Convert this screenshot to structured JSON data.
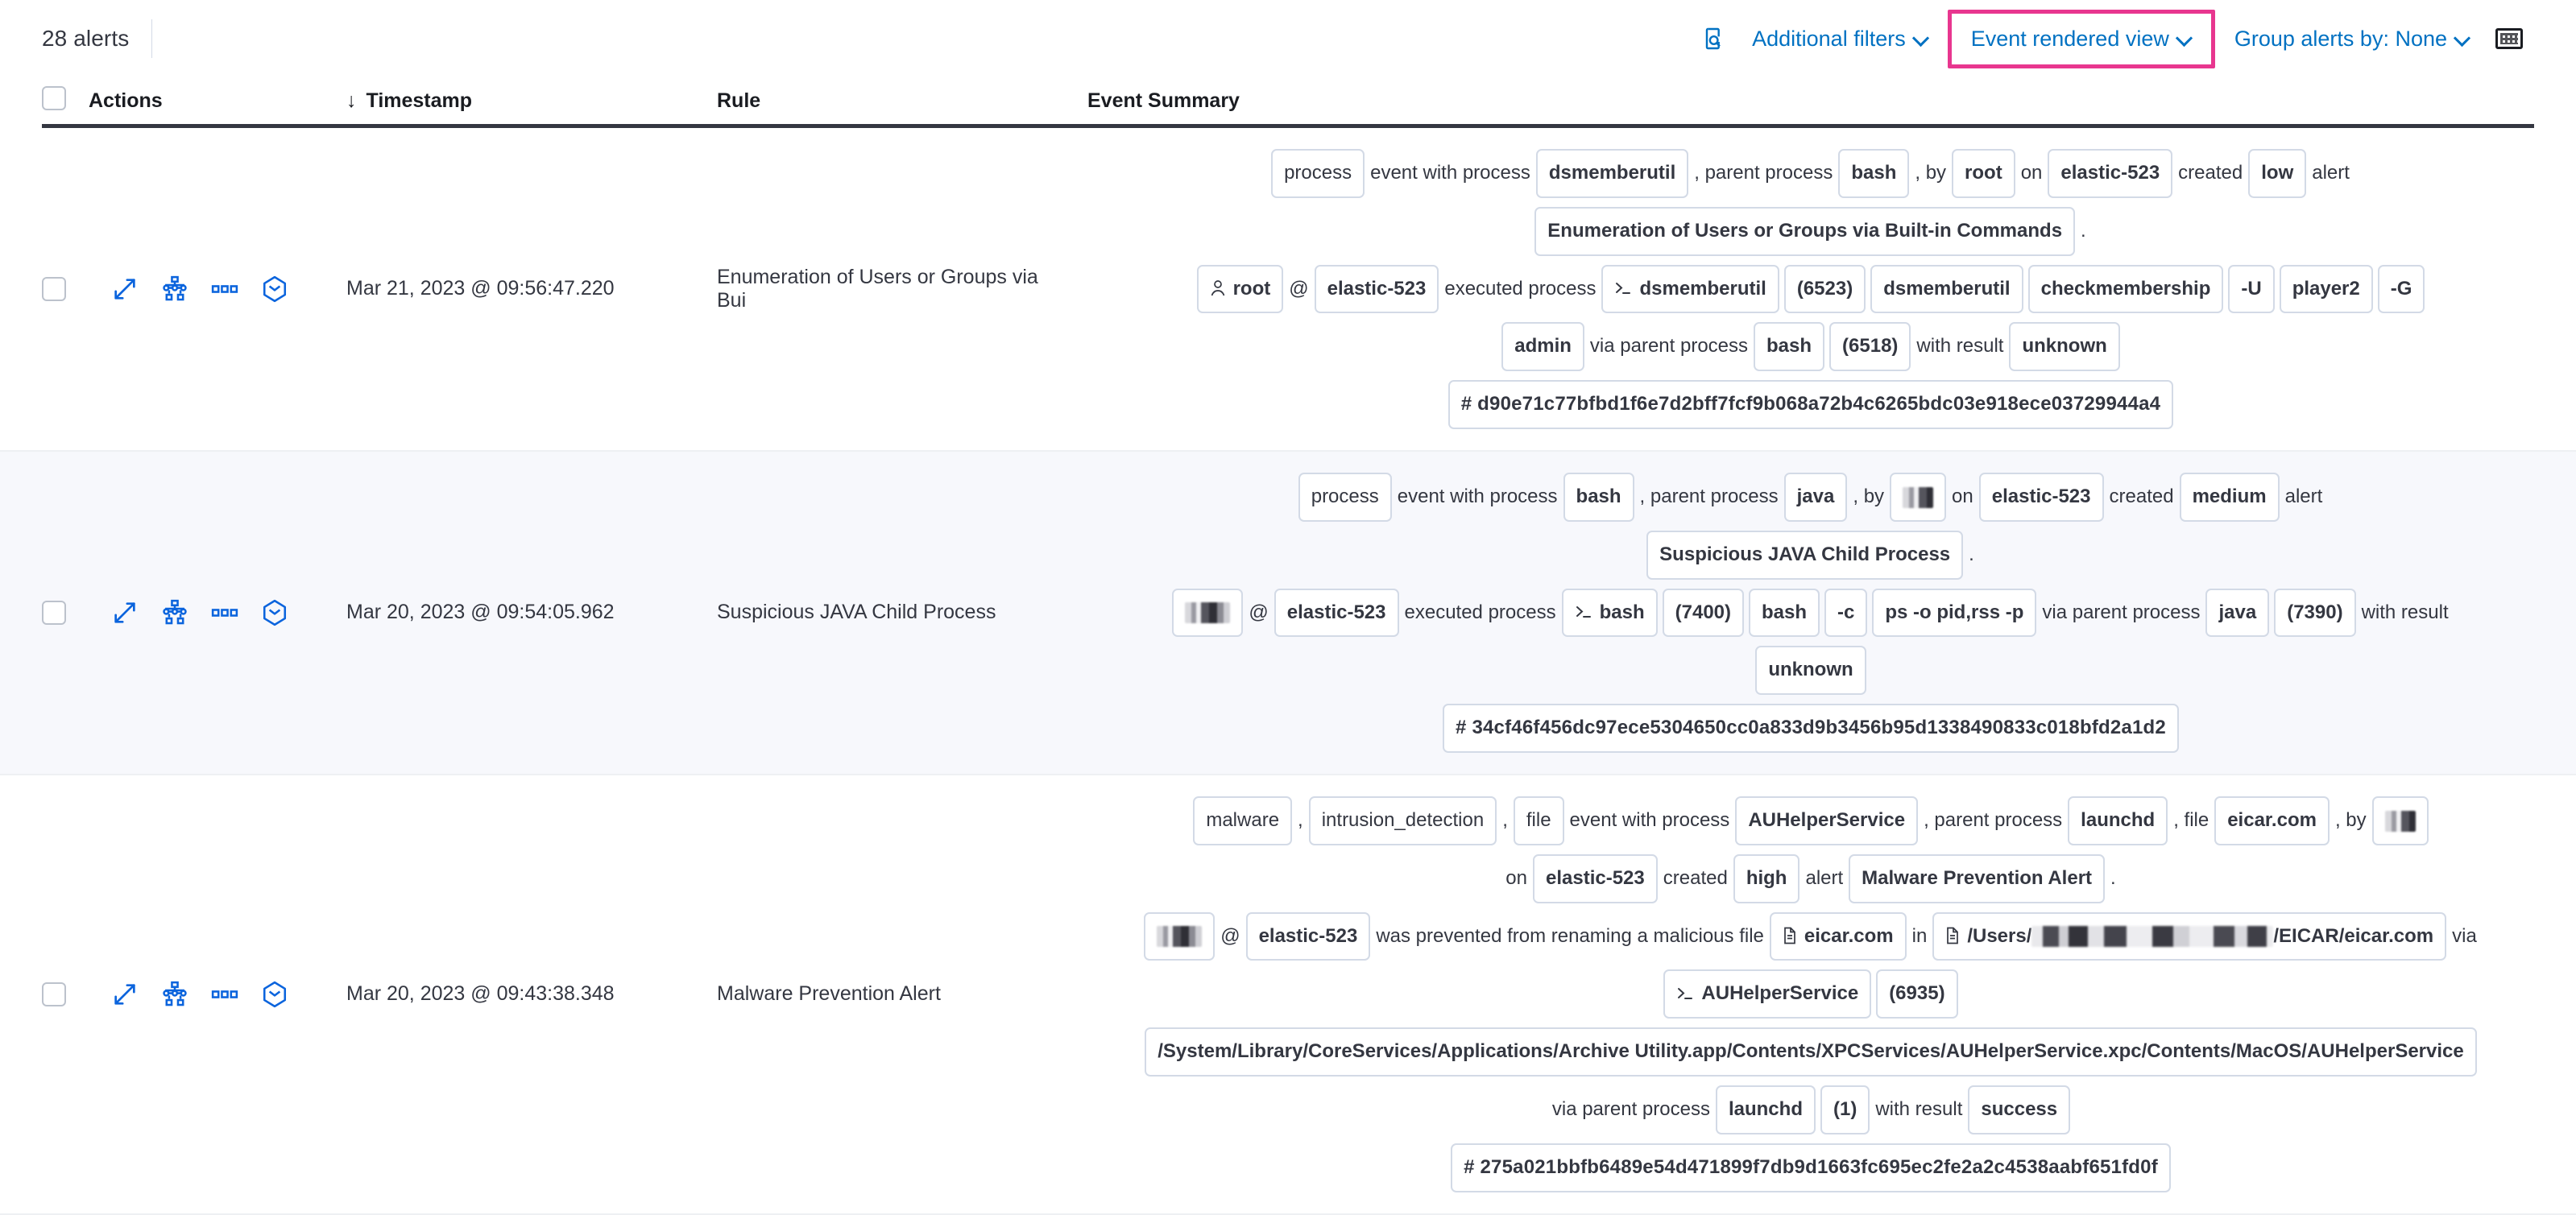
{
  "toolbar": {
    "alerts_count": "28 alerts",
    "additional_filters": "Additional filters",
    "event_rendered_view": "Event rendered view",
    "group_alerts_by": "Group alerts by: None",
    "highlight_color": "#e8368f",
    "link_color": "#0071c2"
  },
  "table": {
    "headers": {
      "actions": "Actions",
      "timestamp": "Timestamp",
      "rule": "Rule",
      "event_summary": "Event Summary",
      "sort_arrow": "↓"
    },
    "action_icons": [
      "expand-icon",
      "analyzer-icon",
      "more-actions-icon",
      "session-view-icon"
    ],
    "rows": [
      {
        "timestamp": "Mar 21, 2023 @ 09:56:47.220",
        "rule": "Enumeration of Users or Groups via Bui",
        "striped": false,
        "summary_lines": [
          [
            {
              "t": "tok",
              "v": "process"
            },
            {
              "t": "txt",
              "v": "event with process"
            },
            {
              "t": "tok",
              "v": "dsmemberutil",
              "bold": true
            },
            {
              "t": "txt",
              "v": ", parent process"
            },
            {
              "t": "tok",
              "v": "bash",
              "bold": true
            },
            {
              "t": "txt",
              "v": ", by"
            },
            {
              "t": "tok",
              "v": "root",
              "bold": true
            },
            {
              "t": "txt",
              "v": "on"
            },
            {
              "t": "tok",
              "v": "elastic-523",
              "bold": true
            },
            {
              "t": "txt",
              "v": "created"
            },
            {
              "t": "tok",
              "v": "low",
              "bold": true
            },
            {
              "t": "txt",
              "v": "alert"
            }
          ],
          [
            {
              "t": "tok",
              "v": "Enumeration of Users or Groups via Built-in Commands",
              "bold": true
            },
            {
              "t": "txt",
              "v": "."
            }
          ],
          [
            {
              "t": "tok",
              "v": "root",
              "bold": true,
              "icon": "user-icon"
            },
            {
              "t": "txt",
              "v": "@"
            },
            {
              "t": "tok",
              "v": "elastic-523",
              "bold": true
            },
            {
              "t": "txt",
              "v": "executed process"
            },
            {
              "t": "tok",
              "v": "dsmemberutil",
              "bold": true,
              "icon": "console-icon"
            },
            {
              "t": "tok",
              "v": "(6523)",
              "bold": true
            },
            {
              "t": "tok",
              "v": "dsmemberutil",
              "bold": true
            },
            {
              "t": "tok",
              "v": "checkmembership",
              "bold": true
            },
            {
              "t": "tok",
              "v": "-U",
              "bold": true
            },
            {
              "t": "tok",
              "v": "player2",
              "bold": true
            },
            {
              "t": "tok",
              "v": "-G",
              "bold": true
            }
          ],
          [
            {
              "t": "tok",
              "v": "admin",
              "bold": true
            },
            {
              "t": "txt",
              "v": "via parent process"
            },
            {
              "t": "tok",
              "v": "bash",
              "bold": true
            },
            {
              "t": "tok",
              "v": "(6518)",
              "bold": true
            },
            {
              "t": "txt",
              "v": "with result"
            },
            {
              "t": "tok",
              "v": "unknown",
              "bold": true
            }
          ],
          [
            {
              "t": "tok",
              "v": "#  d90e71c77bfbd1f6e7d2bff7fcf9b068a72b4c6265bdc03e918ece03729944a4",
              "bold": true,
              "hash": true
            }
          ]
        ]
      },
      {
        "timestamp": "Mar 20, 2023 @ 09:54:05.962",
        "rule": "Suspicious JAVA Child Process",
        "striped": true,
        "summary_lines": [
          [
            {
              "t": "tok",
              "v": "process"
            },
            {
              "t": "txt",
              "v": "event with process"
            },
            {
              "t": "tok",
              "v": "bash",
              "bold": true
            },
            {
              "t": "txt",
              "v": ", parent process"
            },
            {
              "t": "tok",
              "v": "java",
              "bold": true
            },
            {
              "t": "txt",
              "v": ", by"
            },
            {
              "t": "tok",
              "v": "",
              "bold": true,
              "redacted": "small"
            },
            {
              "t": "txt",
              "v": "on"
            },
            {
              "t": "tok",
              "v": "elastic-523",
              "bold": true
            },
            {
              "t": "txt",
              "v": "created"
            },
            {
              "t": "tok",
              "v": "medium",
              "bold": true
            },
            {
              "t": "txt",
              "v": "alert"
            }
          ],
          [
            {
              "t": "tok",
              "v": "Suspicious JAVA Child Process",
              "bold": true
            },
            {
              "t": "txt",
              "v": "."
            }
          ],
          [
            {
              "t": "tok",
              "v": "",
              "bold": true,
              "redacted": "large"
            },
            {
              "t": "txt",
              "v": "@"
            },
            {
              "t": "tok",
              "v": "elastic-523",
              "bold": true
            },
            {
              "t": "txt",
              "v": "executed process"
            },
            {
              "t": "tok",
              "v": "bash",
              "bold": true,
              "icon": "console-icon"
            },
            {
              "t": "tok",
              "v": "(7400)",
              "bold": true
            },
            {
              "t": "tok",
              "v": "bash",
              "bold": true
            },
            {
              "t": "tok",
              "v": "-c",
              "bold": true
            },
            {
              "t": "tok",
              "v": "ps -o pid,rss -p",
              "bold": true
            },
            {
              "t": "txt",
              "v": "via parent process"
            },
            {
              "t": "tok",
              "v": "java",
              "bold": true
            },
            {
              "t": "tok",
              "v": "(7390)",
              "bold": true
            },
            {
              "t": "txt",
              "v": "with result"
            }
          ],
          [
            {
              "t": "tok",
              "v": "unknown",
              "bold": true
            }
          ],
          [
            {
              "t": "tok",
              "v": "#  34cf46f456dc97ece5304650cc0a833d9b3456b95d1338490833c018bfd2a1d2",
              "bold": true,
              "hash": true
            }
          ]
        ]
      },
      {
        "timestamp": "Mar 20, 2023 @ 09:43:38.348",
        "rule": "Malware Prevention Alert",
        "striped": false,
        "summary_lines": [
          [
            {
              "t": "tok",
              "v": "malware"
            },
            {
              "t": "txt",
              "v": ","
            },
            {
              "t": "tok",
              "v": "intrusion_detection"
            },
            {
              "t": "txt",
              "v": ","
            },
            {
              "t": "tok",
              "v": "file"
            },
            {
              "t": "txt",
              "v": "event with process"
            },
            {
              "t": "tok",
              "v": "AUHelperService",
              "bold": true
            },
            {
              "t": "txt",
              "v": ", parent process"
            },
            {
              "t": "tok",
              "v": "launchd",
              "bold": true
            },
            {
              "t": "txt",
              "v": ", file"
            },
            {
              "t": "tok",
              "v": "eicar.com",
              "bold": true
            },
            {
              "t": "txt",
              "v": ", by"
            },
            {
              "t": "tok",
              "v": "",
              "bold": true,
              "redacted": "small"
            }
          ],
          [
            {
              "t": "txt",
              "v": "on"
            },
            {
              "t": "tok",
              "v": "elastic-523",
              "bold": true
            },
            {
              "t": "txt",
              "v": "created"
            },
            {
              "t": "tok",
              "v": "high",
              "bold": true
            },
            {
              "t": "txt",
              "v": "alert"
            },
            {
              "t": "tok",
              "v": "Malware Prevention Alert",
              "bold": true
            },
            {
              "t": "txt",
              "v": "."
            }
          ],
          [
            {
              "t": "tok",
              "v": "",
              "bold": true,
              "redacted": "large"
            },
            {
              "t": "txt",
              "v": "@"
            },
            {
              "t": "tok",
              "v": "elastic-523",
              "bold": true
            },
            {
              "t": "txt",
              "v": "was prevented from renaming a malicious file"
            },
            {
              "t": "tok",
              "v": "eicar.com",
              "bold": true,
              "icon": "file-icon"
            },
            {
              "t": "txt",
              "v": "in"
            },
            {
              "t": "tok",
              "v": "/Users/",
              "suffix": "/EICAR/eicar.com",
              "bold": true,
              "icon": "file-icon",
              "redacted": "path"
            },
            {
              "t": "txt",
              "v": "via"
            }
          ],
          [
            {
              "t": "tok",
              "v": "AUHelperService",
              "bold": true,
              "icon": "console-icon"
            },
            {
              "t": "tok",
              "v": "(6935)",
              "bold": true
            }
          ],
          [
            {
              "t": "tok",
              "v": "/System/Library/CoreServices/Applications/Archive Utility.app/Contents/XPCServices/AUHelperService.xpc/Contents/MacOS/AUHelperService",
              "bold": true
            }
          ],
          [
            {
              "t": "txt",
              "v": "via parent process"
            },
            {
              "t": "tok",
              "v": "launchd",
              "bold": true
            },
            {
              "t": "tok",
              "v": "(1)",
              "bold": true
            },
            {
              "t": "txt",
              "v": "with result"
            },
            {
              "t": "tok",
              "v": "success",
              "bold": true
            }
          ],
          [
            {
              "t": "tok",
              "v": "#  275a021bbfb6489e54d471899f7db9d1663fc695ec2fe2a2c4538aabf651fd0f",
              "bold": true,
              "hash": true
            }
          ]
        ]
      }
    ]
  }
}
